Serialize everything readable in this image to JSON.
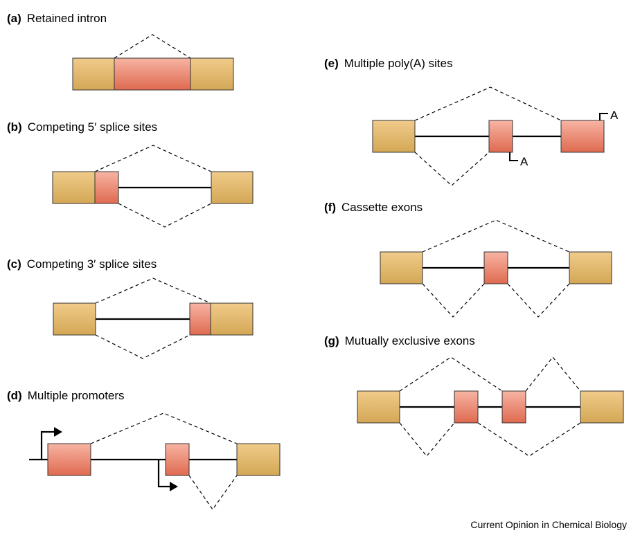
{
  "panels": {
    "a": {
      "letter": "(a)",
      "title": "Retained intron"
    },
    "b": {
      "letter": "(b)",
      "title": "Competing 5′ splice sites"
    },
    "c": {
      "letter": "(c)",
      "title": "Competing 3′ splice sites"
    },
    "d": {
      "letter": "(d)",
      "title": "Multiple promoters"
    },
    "e": {
      "letter": "(e)",
      "title": "Multiple poly(A) sites",
      "polyA_label_1": "A",
      "polyA_label_2": "A"
    },
    "f": {
      "letter": "(f)",
      "title": "Cassette exons"
    },
    "g": {
      "letter": "(g)",
      "title": "Mutually exclusive exons"
    }
  },
  "credit": "Current Opinion in Chemical Biology",
  "colors": {
    "constitutive_top": "#f0cb8a",
    "constitutive_bottom": "#d3a755",
    "alternative_top": "#f7b4a3",
    "alternative_bottom": "#df6a50",
    "line": "#000000"
  }
}
